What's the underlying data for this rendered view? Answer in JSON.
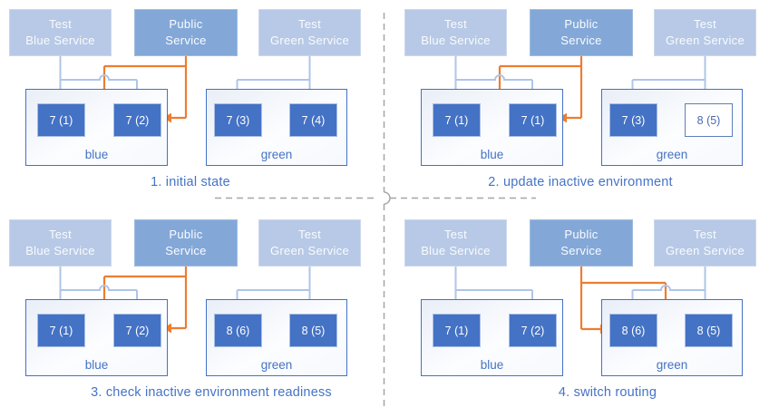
{
  "colors": {
    "accent_blue": "#4472C4",
    "service_light_fill": "#B7C9E6",
    "service_public_fill": "#83A8D8",
    "pod_fill": "#4472C4",
    "pod_outlined_border": "#5E7DBE",
    "connector_light": "#AFC5E8",
    "connector_orange": "#ED7D31",
    "divider_gray": "#A6A6A6",
    "caption_text": "#4573C6"
  },
  "services": {
    "test_blue": {
      "line1": "Test",
      "line2": "Blue Service"
    },
    "public": {
      "line1": "Public",
      "line2": "Service"
    },
    "test_green": {
      "line1": "Test",
      "line2": "Green Service"
    }
  },
  "panels": [
    {
      "caption": "1. initial state",
      "public_route": "blue",
      "environments": [
        {
          "name": "blue",
          "pods": [
            {
              "label": "7 (1)",
              "style": "filled"
            },
            {
              "label": "7 (2)",
              "style": "filled"
            }
          ]
        },
        {
          "name": "green",
          "pods": [
            {
              "label": "7 (3)",
              "style": "filled"
            },
            {
              "label": "7 (4)",
              "style": "filled"
            }
          ]
        }
      ]
    },
    {
      "caption": "2. update inactive environment",
      "public_route": "blue",
      "environments": [
        {
          "name": "blue",
          "pods": [
            {
              "label": "7 (1)",
              "style": "filled"
            },
            {
              "label": "7 (1)",
              "style": "filled"
            }
          ]
        },
        {
          "name": "green",
          "pods": [
            {
              "label": "7 (3)",
              "style": "filled"
            },
            {
              "label": "8 (5)",
              "style": "outlined"
            }
          ]
        }
      ]
    },
    {
      "caption": "3. check inactive environment readiness",
      "public_route": "blue",
      "environments": [
        {
          "name": "blue",
          "pods": [
            {
              "label": "7 (1)",
              "style": "filled"
            },
            {
              "label": "7 (2)",
              "style": "filled"
            }
          ]
        },
        {
          "name": "green",
          "pods": [
            {
              "label": "8 (6)",
              "style": "filled"
            },
            {
              "label": "8 (5)",
              "style": "filled"
            }
          ]
        }
      ]
    },
    {
      "caption": "4. switch routing",
      "public_route": "green",
      "environments": [
        {
          "name": "blue",
          "pods": [
            {
              "label": "7 (1)",
              "style": "filled"
            },
            {
              "label": "7 (2)",
              "style": "filled"
            }
          ]
        },
        {
          "name": "green",
          "pods": [
            {
              "label": "8 (6)",
              "style": "filled"
            },
            {
              "label": "8 (5)",
              "style": "filled"
            }
          ]
        }
      ]
    }
  ]
}
